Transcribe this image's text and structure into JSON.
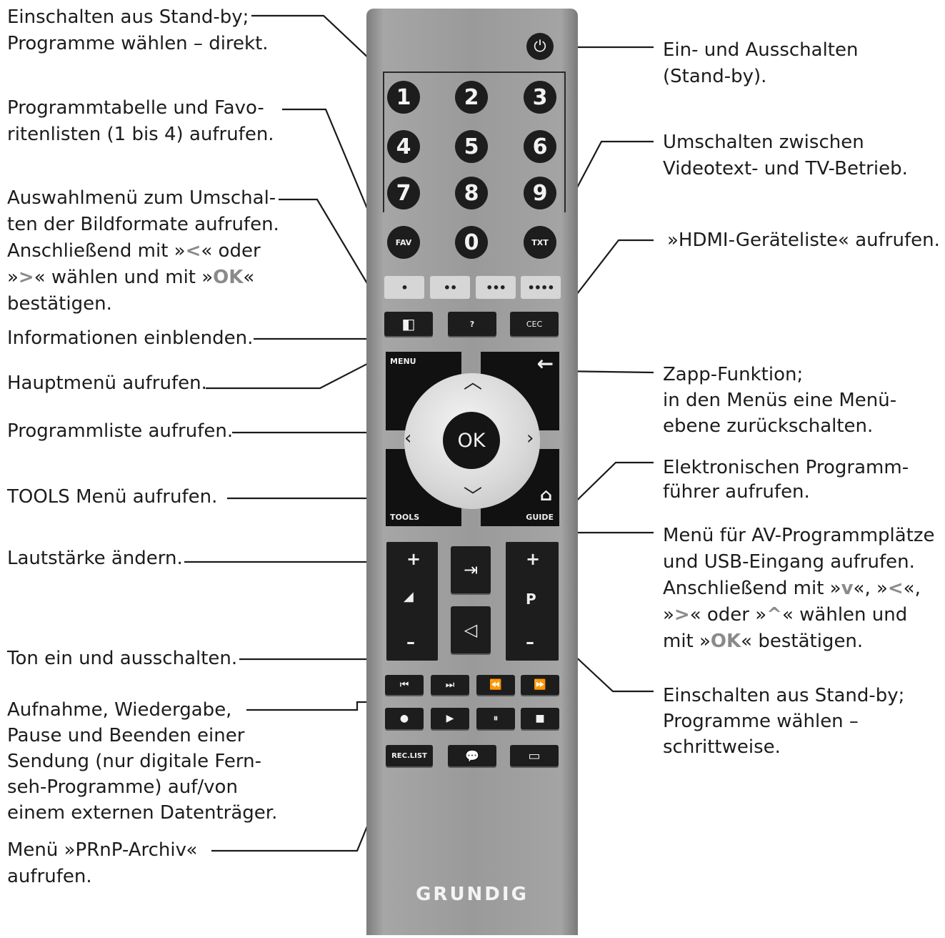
{
  "annotations": {
    "left": [
      "Einschalten aus Stand-by;\nProgramme wählen – direkt.",
      "Programmtabelle  und  Favo-\nritenlisten (1 bis 4) aufrufen.",
      "Auswahlmenü zum Umschal-\nten der Bildformate aufrufen.",
      "Anschließend mit »",
      "« oder",
      "«  wählen und mit »",
      "«",
      "bestätigen.",
      "Informationen einblenden.",
      "Hauptmenü aufrufen.",
      "Programmliste aufrufen.",
      "TOOLS Menü aufrufen.",
      "Lautstärke ändern.",
      "Ton ein und ausschalten.",
      "Aufnahme, Wiedergabe,\nPause und Beenden einer\nSendung (nur digitale Fern-\nseh-Programme) auf/von\neinem externen Datenträger.",
      "Menü »PRnP-Archiv«\naufrufen."
    ],
    "right": [
      "Ein- und Ausschalten\n(Stand-by).",
      "Umschalten zwischen\nVideotext- und TV-Betrieb.",
      "»HDMI-Geräteliste« aufrufen.",
      "Zapp-Funktion;\nin den Menüs eine Menü-\nebene zurückschalten.",
      "Elektronischen Programm-\nführer aufrufen.",
      "Menü für AV-Programmplätze\nund USB-Eingang aufrufen.",
      "Anschließend mit »",
      "«, »",
      "«,",
      "»",
      "« oder »",
      "« wählen und",
      "mit »",
      "« bestätigen.",
      "Einschalten aus Stand-by;\nProgramme wählen  –\nschrittweise."
    ],
    "symbols": {
      "left": "<",
      "right": ">",
      "up": "^",
      "down": "v",
      "ok": "OK"
    }
  },
  "remote": {
    "power": "⏻",
    "digits": [
      "1",
      "2",
      "3",
      "4",
      "5",
      "6",
      "7",
      "8",
      "9",
      "0"
    ],
    "fav": "FAV",
    "txt": "TXT",
    "colors": [
      "•",
      "••",
      "•••",
      "••••"
    ],
    "format": "◧",
    "info": "?",
    "cec": "CEC",
    "menu": "MENU",
    "back": "←",
    "ok": "OK",
    "tools": "TOOLS",
    "guide": "GUIDE",
    "home": "⌂",
    "vol_plus": "+",
    "vol_minus": "–",
    "prog_plus": "+",
    "prog_letter": "P",
    "prog_minus": "–",
    "source": "⇥",
    "mute": "◁",
    "transport": [
      "⏮",
      "⏭",
      "⏪",
      "⏩"
    ],
    "record_row": [
      "●",
      "▶",
      "⏸",
      "■"
    ],
    "reclist": "REC.LIST",
    "chat": "💬",
    "subtitle": "▭",
    "logo": "GRUNDIG"
  }
}
